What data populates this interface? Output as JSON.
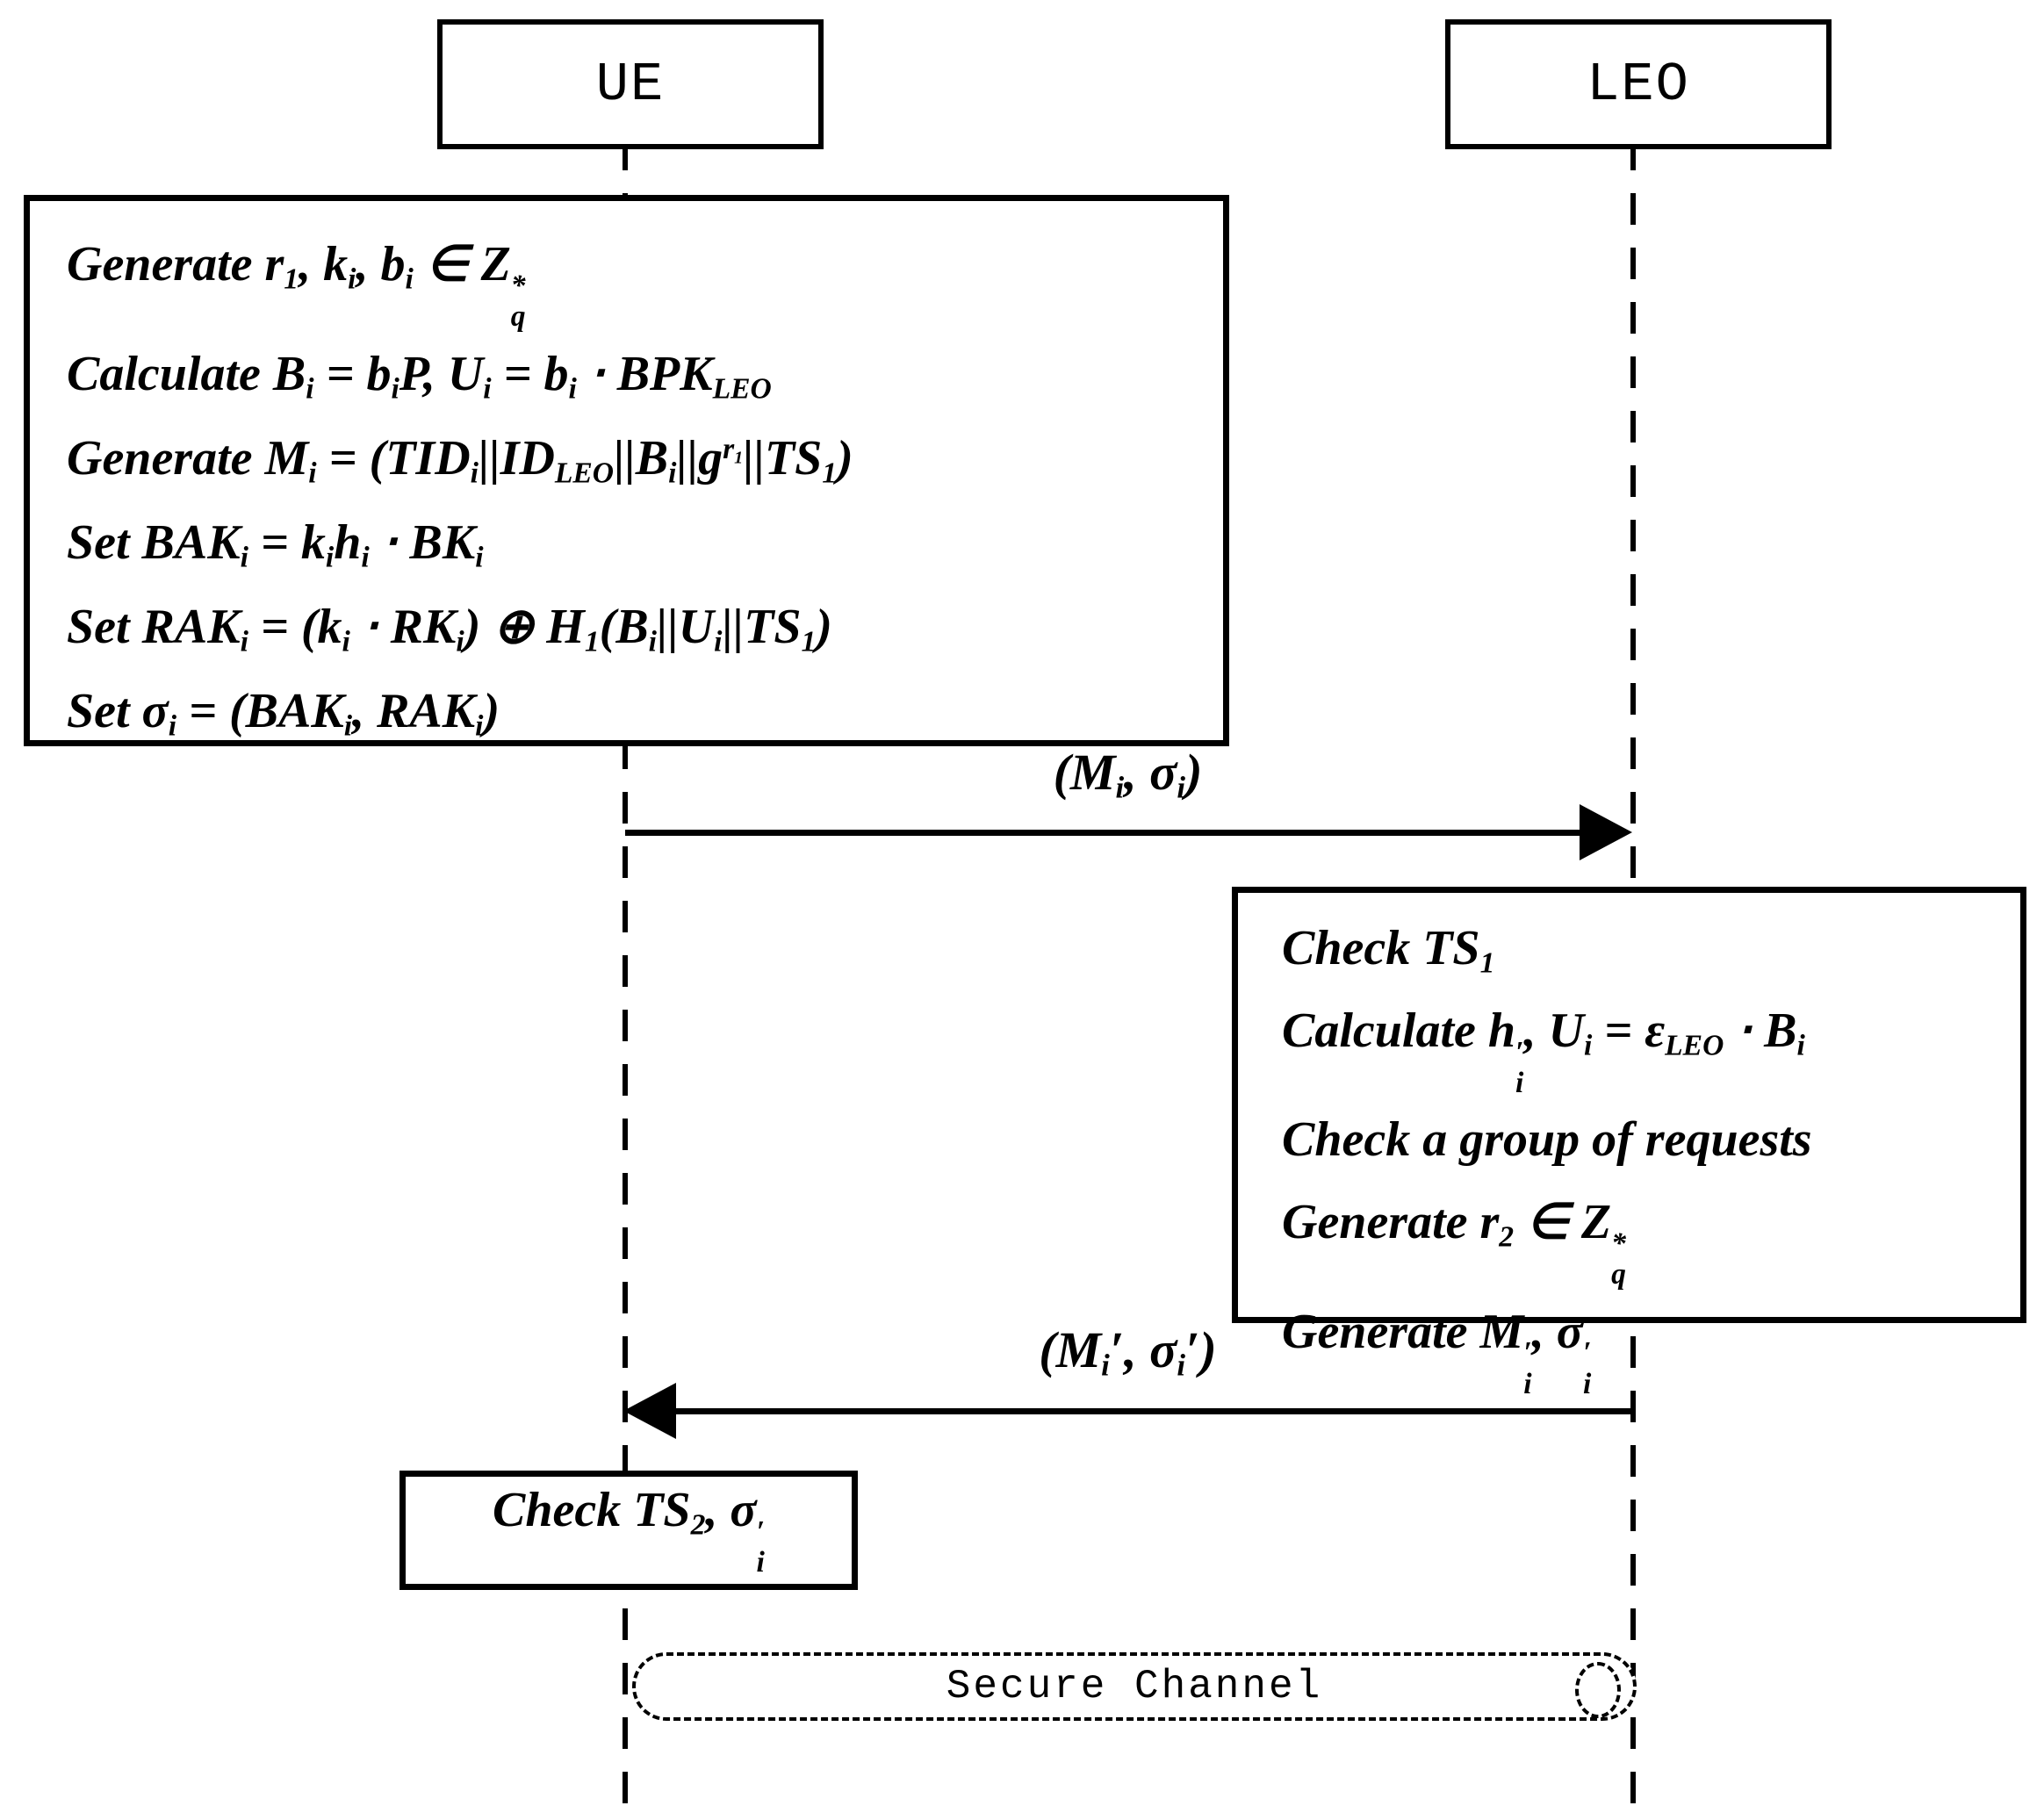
{
  "colors": {
    "ink": "#000000",
    "paper": "#ffffff"
  },
  "actors": [
    {
      "label": "UE"
    },
    {
      "label": "LEO"
    }
  ],
  "ue_box": {
    "lines": [
      "Generate r<sub>1</sub>, k<sub>i</sub>, b<sub>i</sub> ∈ Z<span class='ss'><span>*</span><span>q</span></span>",
      "Calculate B<sub>i</sub> = b<sub>i</sub>P, U<sub>i</sub> = b<sub>i</sub> ⋅ BPK<sub>LEO</sub>",
      "Generate M<sub>i</sub> = (TID<sub>i</sub>||ID<sub>LEO</sub>||B<sub>i</sub>||g<sup>r<sub>1</sub></sup>||TS<sub>1</sub>)",
      "Set BAK<sub>i</sub> = k<sub>i</sub>h<sub>i</sub> ⋅ BK<sub>i</sub>",
      "Set RAK<sub>i</sub> = (k<sub>i</sub> ⋅ RK<sub>i</sub>) ⊕ H<sub>1</sub>(B<sub>i</sub>||U<sub>i</sub>||TS<sub>1</sub>)",
      "Set σ<sub>i</sub> = (BAK<sub>i</sub>, RAK<sub>i</sub>)"
    ]
  },
  "leo_box": {
    "lines": [
      "Check TS<sub>1</sub>",
      "Calculate h<span class='ss'><span>′</span><span>i</span></span>, U<sub>i</sub> = ε<sub>LEO</sub> ⋅ B<sub>i</sub>",
      "Check a group of requests",
      "Generate r<sub>2</sub> ∈ Z<span class='ss'><span>*</span><span>q</span></span>",
      "Generate M<span class='ss'><span>′</span><span>i</span></span>, σ<span class='ss'><span>′</span><span>i</span></span>"
    ]
  },
  "messages": [
    {
      "direction": "right",
      "label_html": "(M<sub>i</sub>, σ<sub>i</sub>)"
    },
    {
      "direction": "left",
      "label_html": "(M<sub>i</sub>′, σ<sub>i</sub>′)"
    }
  ],
  "check_box": {
    "text_html": "Check TS<sub>2</sub>, σ<span class='ss'><span>′</span><span>i</span></span>"
  },
  "secure_channel": {
    "label": "Secure Channel"
  }
}
